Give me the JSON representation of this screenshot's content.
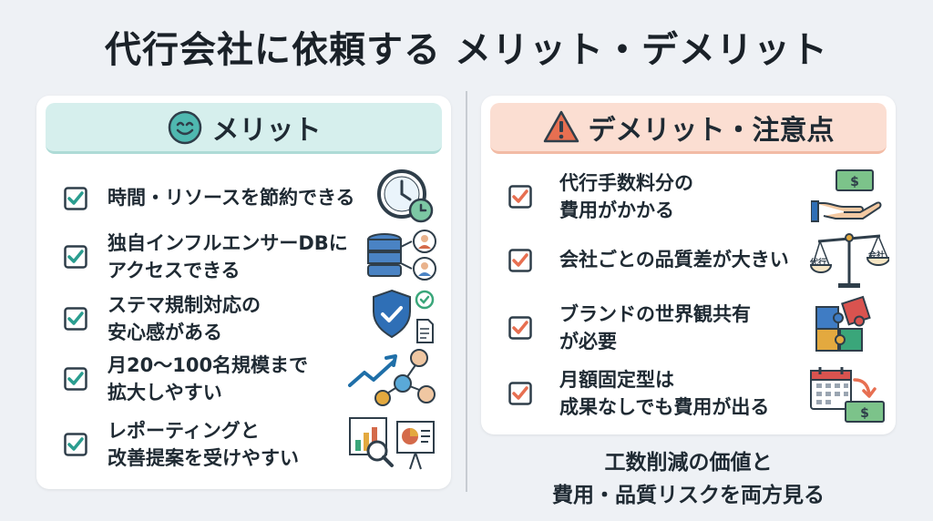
{
  "title": "代行会社に依頼する メリット・デメリット",
  "merit": {
    "header": "メリット",
    "items": [
      {
        "text": "時間・リソースを節約できる"
      },
      {
        "text": "独自インフルエンサーDBに\nアクセスできる"
      },
      {
        "text": "ステマ規制対応の\n安心感がある"
      },
      {
        "text": "月20〜100名規模まで\n拡大しやすい"
      },
      {
        "text": "レポーティングと\n改善提案を受けやすい"
      }
    ]
  },
  "demerit": {
    "header": "デメリット・注意点",
    "items": [
      {
        "text": "代行手数料分の\n費用がかかる"
      },
      {
        "text": "会社ごとの品質差が大きい"
      },
      {
        "text": "ブランドの世界観共有\nが必要"
      },
      {
        "text": "月額固定型は\n成果なしでも費用が出る"
      }
    ],
    "scale_left": "代行",
    "scale_right": "会社"
  },
  "footer": "工数削減の価値と\n費用・品質リスクを両方見る",
  "colors": {
    "merit_accent": "#2a9d8f",
    "merit_check_border": "#2f3e4a",
    "demerit_accent": "#e76f51",
    "merit_header_bg": "#d6efed",
    "demerit_header_bg": "#fbded2"
  }
}
